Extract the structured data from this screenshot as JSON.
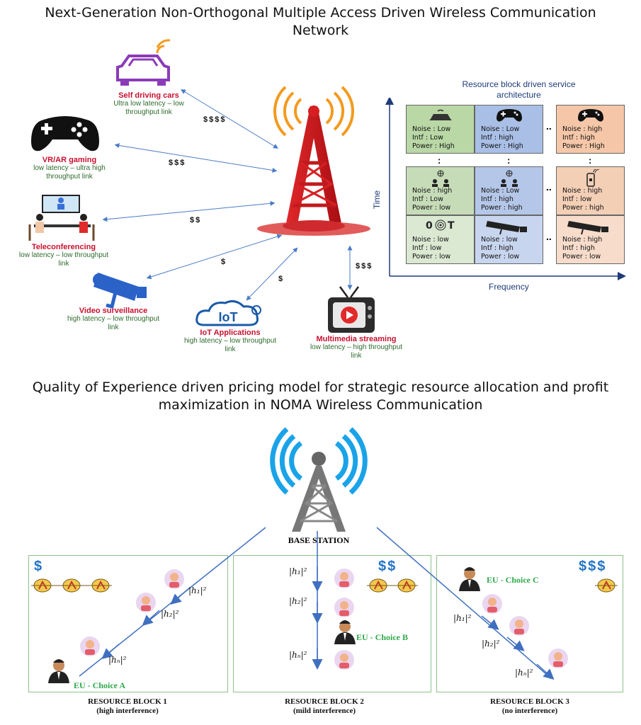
{
  "top": {
    "title_line1": "Next-Generation Non-Orthogonal Multiple Access Driven Wireless Communication",
    "title_line2": "Network"
  },
  "services": [
    {
      "name": "Self driving cars",
      "desc1": "Ultra low latency – low",
      "desc2": "throughput link",
      "price": "$$$$"
    },
    {
      "name": "VR/AR gaming",
      "desc1": "low latency – ultra high",
      "desc2": "throughput link",
      "price": "$$$"
    },
    {
      "name": "Teleconferencing",
      "desc1": "low latency – low throughput",
      "desc2": "link",
      "price": "$$"
    },
    {
      "name": "Video surveillance",
      "desc1": "high latency – low throughput",
      "desc2": "link",
      "price": "$"
    },
    {
      "name": "IoT Applications",
      "desc1": "high latency – low throughput",
      "desc2": "link",
      "price": "$"
    },
    {
      "name": "Multimedia streaming",
      "desc1": "low latency – high throughput",
      "desc2": "link",
      "price": "$$$"
    }
  ],
  "iot_logo": "IoT",
  "grid": {
    "title_line1": "Resource block driven service",
    "title_line2": "architecture",
    "ylabel": "Time",
    "xlabel": "Frequency",
    "dots": "..",
    "vdots": ":",
    "cells": [
      {
        "icon": "car-icon",
        "noise": "Noise : Low",
        "intf": "Intf : Low",
        "power": "Power : High",
        "color": "#b9d8a6"
      },
      {
        "icon": "gamepad-icon",
        "noise": "Noise : Low",
        "intf": "Intf : high",
        "power": "Power : High",
        "color": "#a9bfe6"
      },
      {
        "icon": "gamepad-icon",
        "noise": "Noise : high",
        "intf": "Intf : high",
        "power": "Power : High",
        "color": "#f5c7a8"
      },
      {
        "icon": "conference-icon",
        "noise": "Noise : high",
        "intf": "Intf : Low",
        "power": "Power : low",
        "color": "#c6dcb8"
      },
      {
        "icon": "conference-icon",
        "noise": "Noise : Low",
        "intf": "Intf : high",
        "power": "Power : high",
        "color": "#b5c7e8"
      },
      {
        "icon": "phone-icon",
        "noise": "Noise : high",
        "intf": "Intf : low",
        "power": "Power : high",
        "color": "#f3cfb6"
      },
      {
        "icon": "iot-sensor-icon",
        "noise": "Noise : low",
        "intf": "Intf : low",
        "power": "Power : low",
        "color": "#dbe8d2"
      },
      {
        "icon": "camera-icon",
        "noise": "Noise : low",
        "intf": "Intf : high",
        "power": "Power : low",
        "color": "#c8d5ee"
      },
      {
        "icon": "camera-icon",
        "noise": "Noise : high",
        "intf": "Intf : high",
        "power": "Power : low",
        "color": "#f7dccb"
      }
    ]
  },
  "bottom": {
    "title_line1": "Quality of Experience driven pricing model for strategic resource allocation and profit",
    "title_line2": "maximization in NOMA Wireless Communication",
    "base_station": "BASE STATION",
    "blocks": [
      {
        "label1": "RESOURCE BLOCK 1",
        "label2": "(high interference)",
        "dollars": "$",
        "eu": "EU - Choice A"
      },
      {
        "label1": "RESOURCE BLOCK 2",
        "label2": "(mild interference)",
        "dollars": "$$",
        "eu": "EU - Choice B"
      },
      {
        "label1": "RESOURCE BLOCK 3",
        "label2": "(no interference)",
        "dollars": "$$$",
        "eu": "EU - Choice C"
      }
    ],
    "h1": "|h₁|²",
    "h2": "|h₂|²",
    "hn": "|hₙ|²"
  }
}
